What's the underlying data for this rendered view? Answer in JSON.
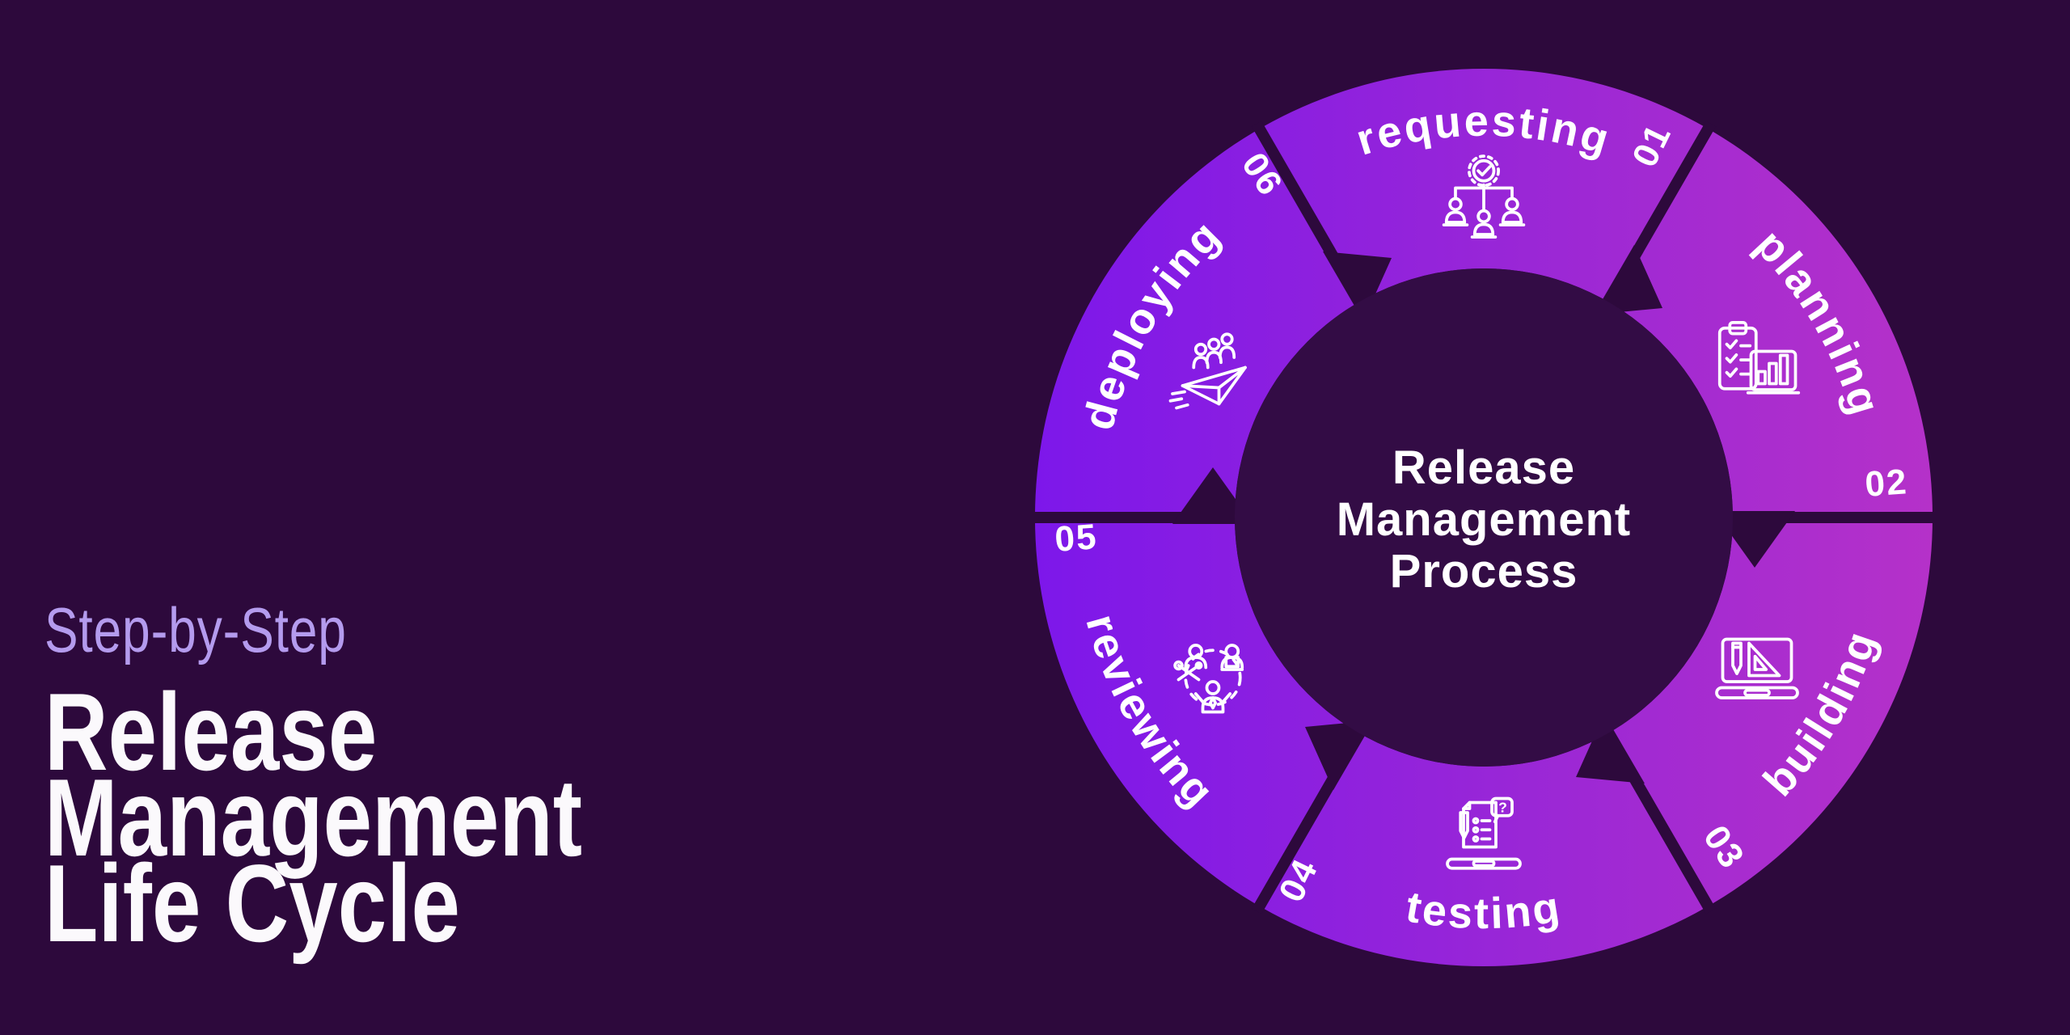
{
  "page": {
    "background_color": "#2d093c"
  },
  "headline": {
    "eyebrow": "Step-by-Step",
    "eyebrow_color": "#b49bee",
    "title_lines": [
      "Release",
      "Management",
      "Life Cycle"
    ],
    "title_color": "#ffffff"
  },
  "wheel": {
    "center_title_lines": [
      "Release",
      "Management",
      "Process"
    ],
    "ring_gradient": {
      "from": "#7d17ea",
      "mid": "#9a27d6",
      "to": "#b531c9"
    },
    "inner_circle_color": "#330c45",
    "gap_color": "#2d093c",
    "text_color": "#ffffff",
    "steps": [
      {
        "number": "01",
        "label": "requesting",
        "icon": "approval-workflow-icon"
      },
      {
        "number": "02",
        "label": "planning",
        "icon": "clipboard-checklist-chart-icon"
      },
      {
        "number": "03",
        "label": "building",
        "icon": "laptop-design-tools-icon"
      },
      {
        "number": "04",
        "label": "testing",
        "icon": "laptop-test-checklist-icon"
      },
      {
        "number": "05",
        "label": "reviewing",
        "icon": "team-review-tools-icon"
      },
      {
        "number": "06",
        "label": "deploying",
        "icon": "paper-plane-team-icon"
      }
    ],
    "bubble_glyph": "?"
  }
}
